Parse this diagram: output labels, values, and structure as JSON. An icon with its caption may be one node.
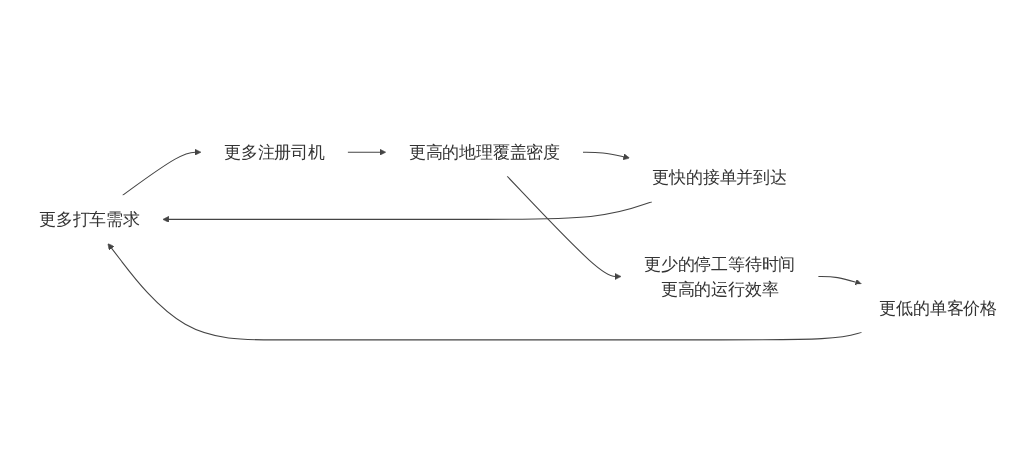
{
  "diagram": {
    "nodes": [
      {
        "text": [
          "更多打车需求"
        ]
      },
      {
        "text": [
          "更低的单客价格"
        ]
      },
      {
        "text": [
          "更快的接单并到达"
        ]
      },
      {
        "text": [
          "更多注册司机"
        ]
      },
      {
        "text": [
          "更少的停工等待时间",
          "更高的运行效率"
        ]
      },
      {
        "text": [
          "更高的地理覆盖密度"
        ]
      }
    ],
    "edges": [
      {
        "from": 0,
        "to": 3,
        "arrow": "to"
      },
      {
        "from": 3,
        "to": 5,
        "arrow": "to"
      },
      {
        "from": 5,
        "to": 2,
        "arrow": "to"
      },
      {
        "from": 5,
        "to": 4,
        "arrow": "to"
      },
      {
        "from": 4,
        "to": 1,
        "arrow": "to"
      },
      {
        "from": 1,
        "to": 0,
        "arrow": "to"
      },
      {
        "from": 2,
        "to": 0,
        "arrow": "to"
      }
    ]
  }
}
